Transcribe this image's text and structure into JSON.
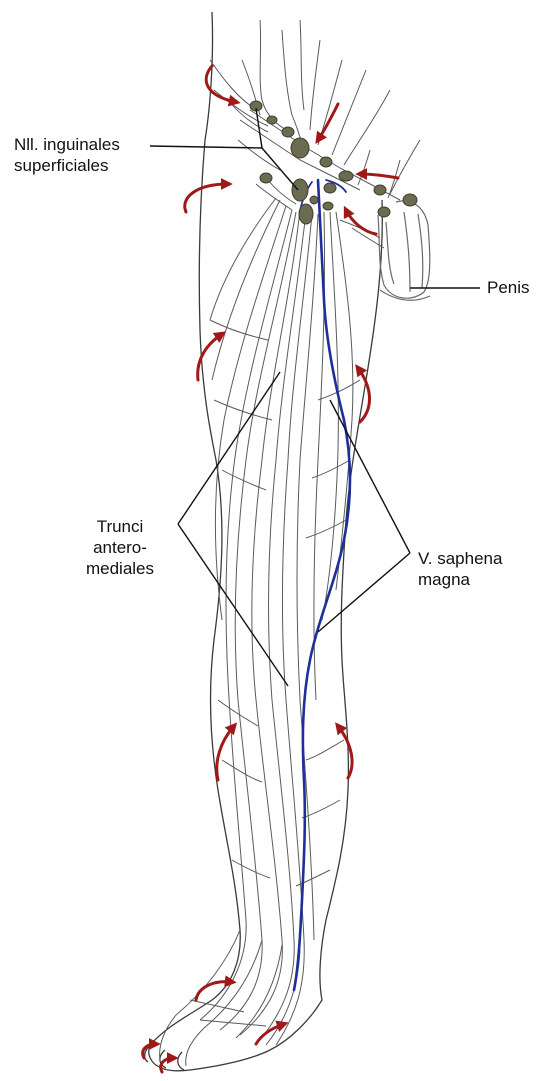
{
  "labels": {
    "inguinal": [
      "Nll. inguinales",
      "superficiales"
    ],
    "penis": "Penis",
    "trunci": [
      "Trunci",
      "antero-",
      "mediales"
    ],
    "saphena": [
      "V. saphena",
      "magna"
    ]
  },
  "colors": {
    "lymph_vessel": "#5a5a5a",
    "lymph_node": "#6b6b52",
    "saphenous_vein": "#1f2f9a",
    "flow_arrow": "#a01818",
    "leader_line": "#111111"
  },
  "icons": [
    "lymph-node-icon",
    "flow-arrow-icon"
  ]
}
